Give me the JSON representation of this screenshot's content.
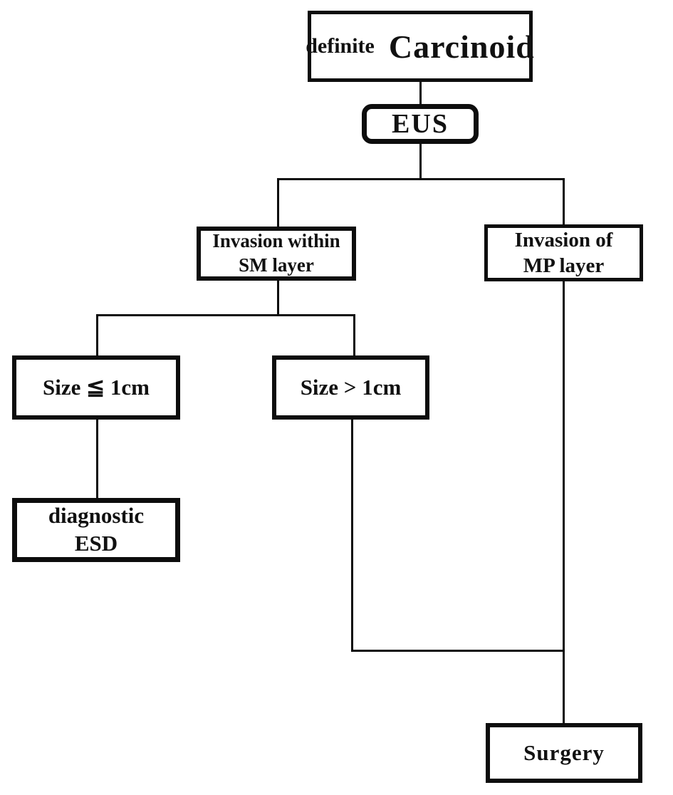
{
  "diagram": {
    "type": "flowchart",
    "background_color": "#ffffff",
    "line_color": "#0d0d0d",
    "text_color": "#111111",
    "nodes": {
      "carcinoid": {
        "prefix": "definite",
        "main": "Carcinoid"
      },
      "eus": {
        "label": "EUS"
      },
      "invasion_sm": {
        "line1": "Invasion within",
        "line2": "SM layer"
      },
      "invasion_mp": {
        "line1": "Invasion of",
        "line2": "MP layer"
      },
      "size_small": {
        "label": "Size ≦ 1cm"
      },
      "size_large": {
        "label": "Size > 1cm"
      },
      "esd": {
        "line1": "diagnostic",
        "line2": "ESD"
      },
      "surgery": {
        "label": "Surgery"
      }
    },
    "edges": [
      {
        "from": "definite Carcinoid",
        "to": "EUS"
      },
      {
        "from": "EUS",
        "to": "Invasion within SM layer"
      },
      {
        "from": "EUS",
        "to": "Invasion of MP layer"
      },
      {
        "from": "Invasion within SM layer",
        "to": "Size ≦ 1cm"
      },
      {
        "from": "Invasion within SM layer",
        "to": "Size > 1cm"
      },
      {
        "from": "Size ≦ 1cm",
        "to": "diagnostic ESD"
      },
      {
        "from": "Size > 1cm",
        "to": "Surgery"
      },
      {
        "from": "Invasion of MP layer",
        "to": "Surgery"
      }
    ]
  }
}
